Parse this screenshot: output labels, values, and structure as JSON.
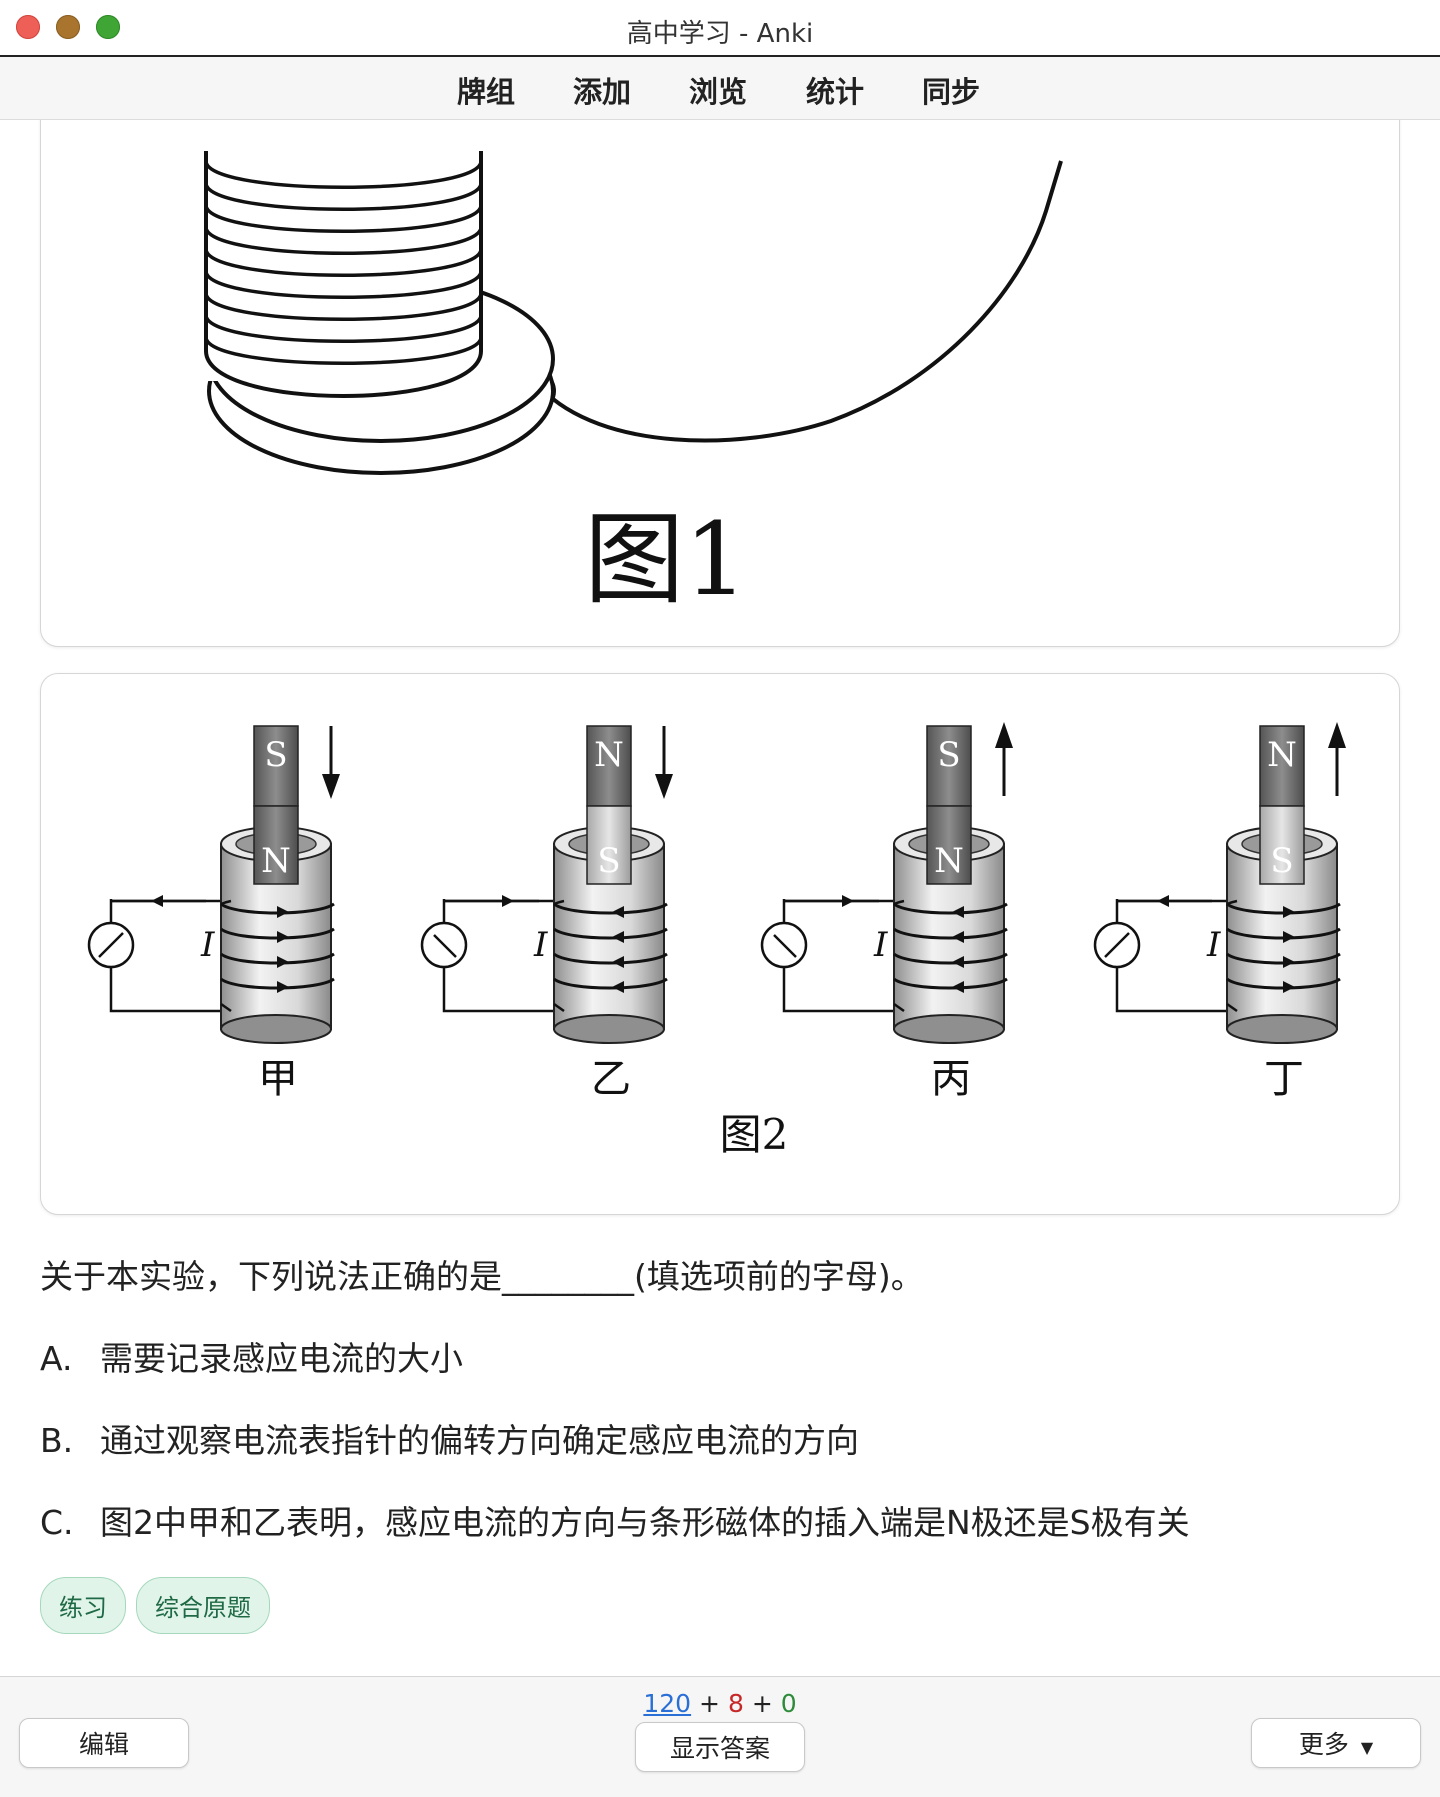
{
  "window": {
    "title": "高中学习 - Anki"
  },
  "toolbar": {
    "items": [
      "牌组",
      "添加",
      "浏览",
      "统计",
      "同步"
    ]
  },
  "figure1": {
    "label": "图1"
  },
  "figure2": {
    "caption": "图2",
    "panels": [
      {
        "label": "甲",
        "top_pole": "S",
        "bottom_pole": "N",
        "motion": "down"
      },
      {
        "label": "乙",
        "top_pole": "N",
        "bottom_pole": "S",
        "motion": "down"
      },
      {
        "label": "丙",
        "top_pole": "S",
        "bottom_pole": "N",
        "motion": "up"
      },
      {
        "label": "丁",
        "top_pole": "N",
        "bottom_pole": "S",
        "motion": "up"
      }
    ],
    "current_symbol": "I"
  },
  "question": {
    "stem": "关于本实验，下列说法正确的是________(填选项前的字母)。",
    "options": [
      {
        "letter": "A.",
        "text": "需要记录感应电流的大小"
      },
      {
        "letter": "B.",
        "text": "通过观察电流表指针的偏转方向确定感应电流的方向"
      },
      {
        "letter": "C.",
        "text": "图2中甲和乙表明，感应电流的方向与条形磁体的插入端是N极还是S极有关"
      }
    ]
  },
  "tags": [
    "练习",
    "综合原题"
  ],
  "bottom": {
    "counts": {
      "new": "120",
      "learn": "8",
      "due": "0",
      "plus": "+"
    },
    "edit_label": "编辑",
    "show_answer_label": "显示答案",
    "more_label": "更多"
  }
}
